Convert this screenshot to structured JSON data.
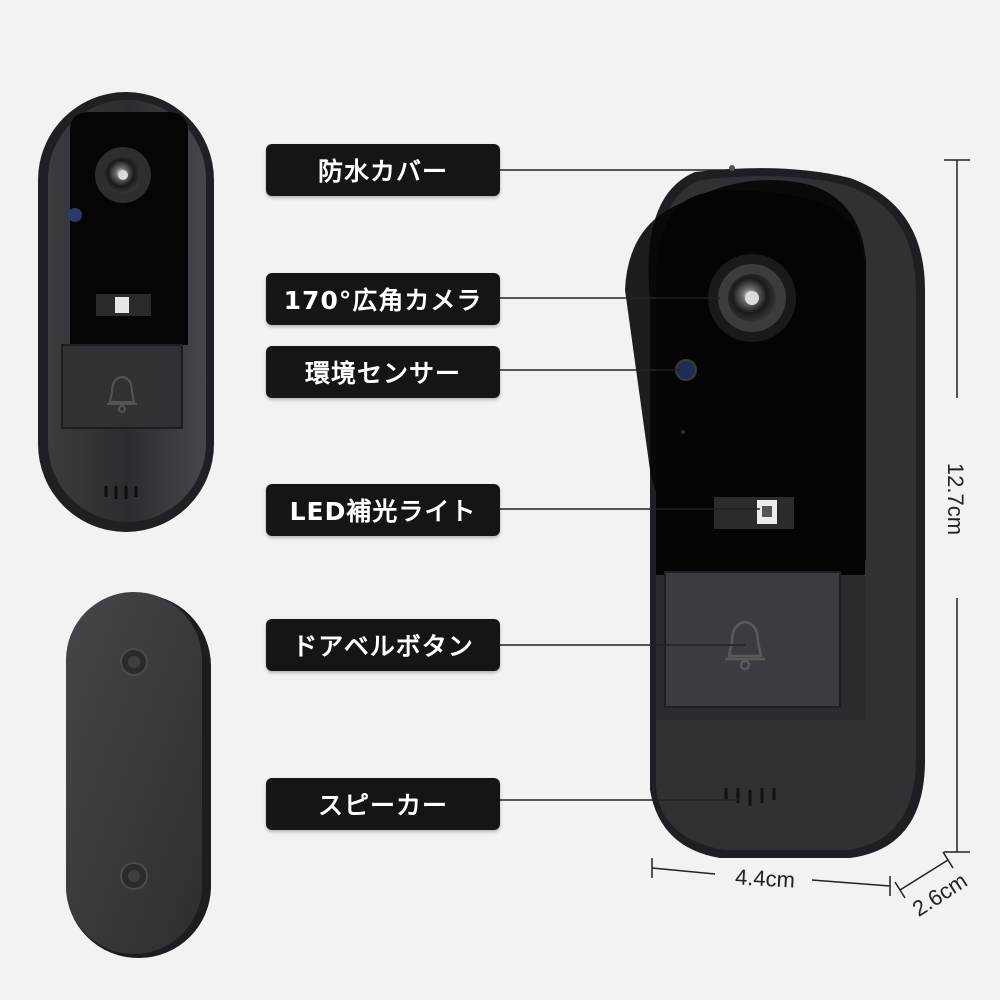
{
  "labels": {
    "cover": "防水カバー",
    "camera": "170°広角カメラ",
    "sensor": "環境センサー",
    "led": "LED補光ライト",
    "button": "ドアベルボタン",
    "speaker": "スピーカー"
  },
  "dimensions": {
    "height": "12.7cm",
    "width": "4.4cm",
    "depth": "2.6cm"
  },
  "colors": {
    "device_body": "#2b2d31",
    "device_face": "#050505",
    "label_bg": "#151515",
    "background": "#f2f2f2"
  }
}
